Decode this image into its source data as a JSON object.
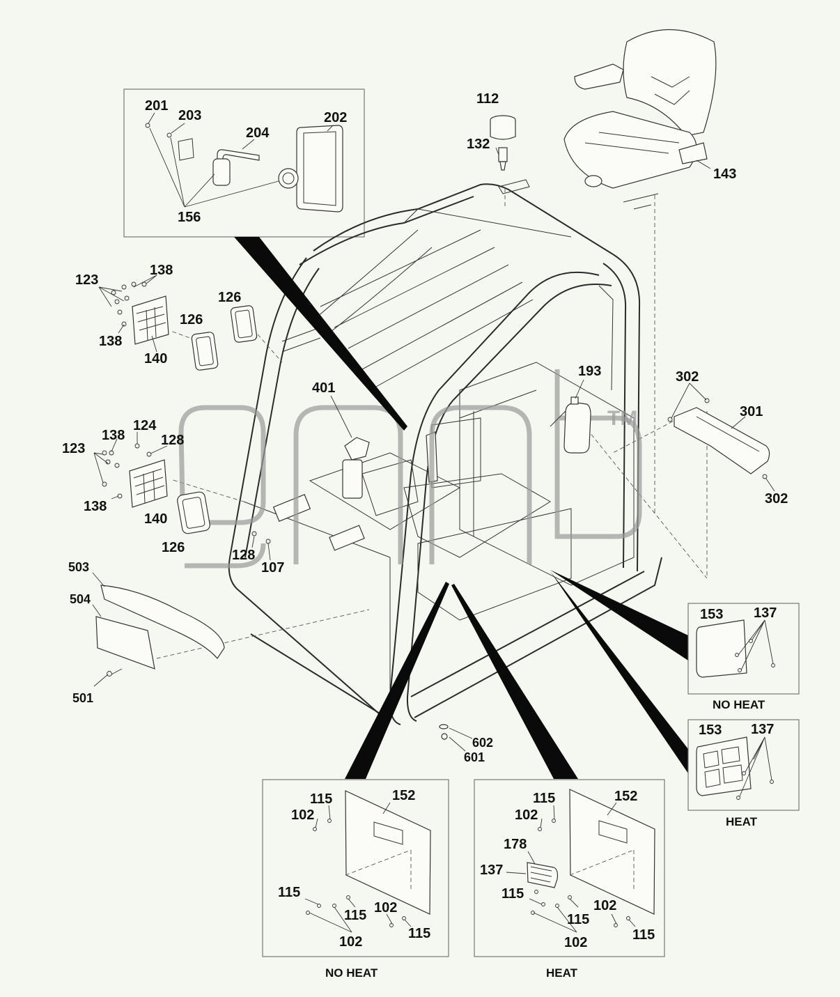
{
  "labels": {
    "l201": "201",
    "l203": "203",
    "l204": "204",
    "l202": "202",
    "l156": "156",
    "l112": "112",
    "l132": "132",
    "l143": "143",
    "l123a": "123",
    "l138a": "138",
    "l138b": "138",
    "l140a": "140",
    "l126a": "126",
    "l126b": "126",
    "l401": "401",
    "l193": "193",
    "l302a": "302",
    "l301": "301",
    "l302b": "302",
    "l123b": "123",
    "l138c": "138",
    "l124": "124",
    "l128a": "128",
    "l138d": "138",
    "l140b": "140",
    "l126c": "126",
    "l128b": "128",
    "l107": "107",
    "l503": "503",
    "l504": "504",
    "l501": "501",
    "l602": "602",
    "l601": "601",
    "l153a": "153",
    "l137a": "137",
    "l153b": "153",
    "l137b": "137",
    "nh115a": "115",
    "nh102a": "102",
    "nh152": "152",
    "nh115b": "115",
    "nh115c": "115",
    "nh102b": "102",
    "nh115d": "115",
    "nh102c": "102",
    "h115a": "115",
    "h102a": "102",
    "h152": "152",
    "h178": "178",
    "h137": "137",
    "h115b": "115",
    "h115c": "115",
    "h102b": "102",
    "h115d": "115",
    "h102c": "102"
  },
  "captions": {
    "no_heat_right": "NO HEAT",
    "heat_right": "HEAT",
    "no_heat_bottom": "NO HEAT",
    "heat_bottom": "HEAT"
  },
  "watermark": {
    "tm": "TM"
  }
}
